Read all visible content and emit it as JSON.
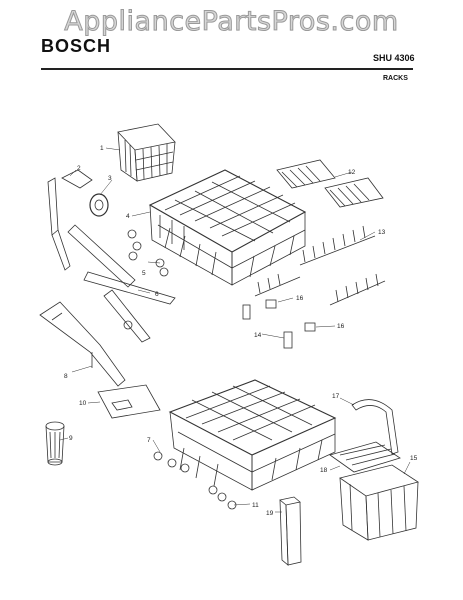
{
  "watermark": "AppliancePartsPros.com",
  "header": {
    "brand": "BOSCH",
    "model": "SHU 4306",
    "section": "RACKS"
  },
  "callouts": [
    "1",
    "2",
    "3",
    "4",
    "5",
    "6",
    "8",
    "10",
    "9",
    "7",
    "11",
    "19",
    "12",
    "13",
    "16",
    "16",
    "14",
    "17",
    "18",
    "15"
  ]
}
